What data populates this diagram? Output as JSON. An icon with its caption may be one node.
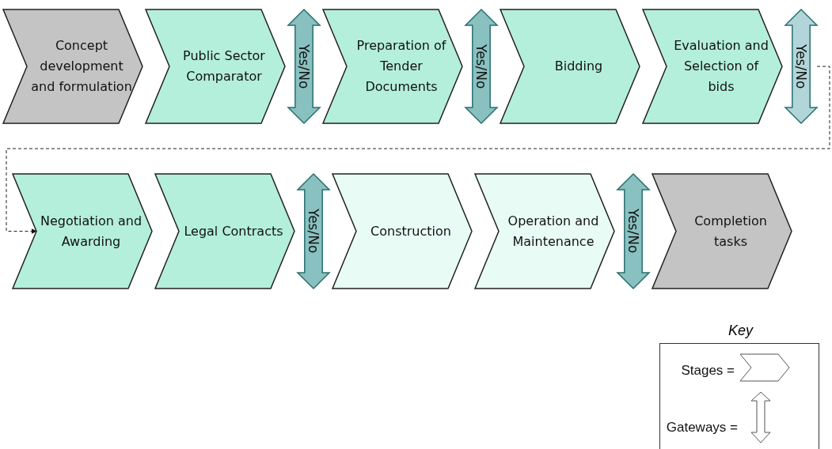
{
  "diagram": {
    "nodes": [
      {
        "text": [
          "Concept development and formulation"
        ]
      },
      {
        "text": [
          "Public Sector Comparator"
        ]
      },
      {
        "text": [
          "Yes/No"
        ]
      },
      {
        "text": [
          "Preparation of Tender Documents"
        ]
      },
      {
        "text": [
          "Yes/No"
        ]
      },
      {
        "text": [
          "Bidding"
        ]
      },
      {
        "text": [
          "Evaluation and Selection of bids"
        ]
      },
      {
        "text": [
          "Yes/No"
        ]
      },
      {
        "text": [
          "Negotiation and Awarding"
        ]
      },
      {
        "text": [
          "Legal Contracts"
        ]
      },
      {
        "text": [
          "Yes/No"
        ]
      },
      {
        "text": [
          "Construction"
        ]
      },
      {
        "text": [
          "Operation and Maintenance"
        ]
      },
      {
        "text": [
          "Yes/No"
        ]
      },
      {
        "text": [
          "Completion tasks"
        ]
      }
    ],
    "edges": [
      {
        "from": 7,
        "to": 8,
        "arrow": "to",
        "style": "dashed"
      }
    ],
    "labels": [
      "Key"
    ],
    "legend": [
      {
        "text": "Stages ="
      },
      {
        "text": "Gateways ="
      }
    ]
  }
}
